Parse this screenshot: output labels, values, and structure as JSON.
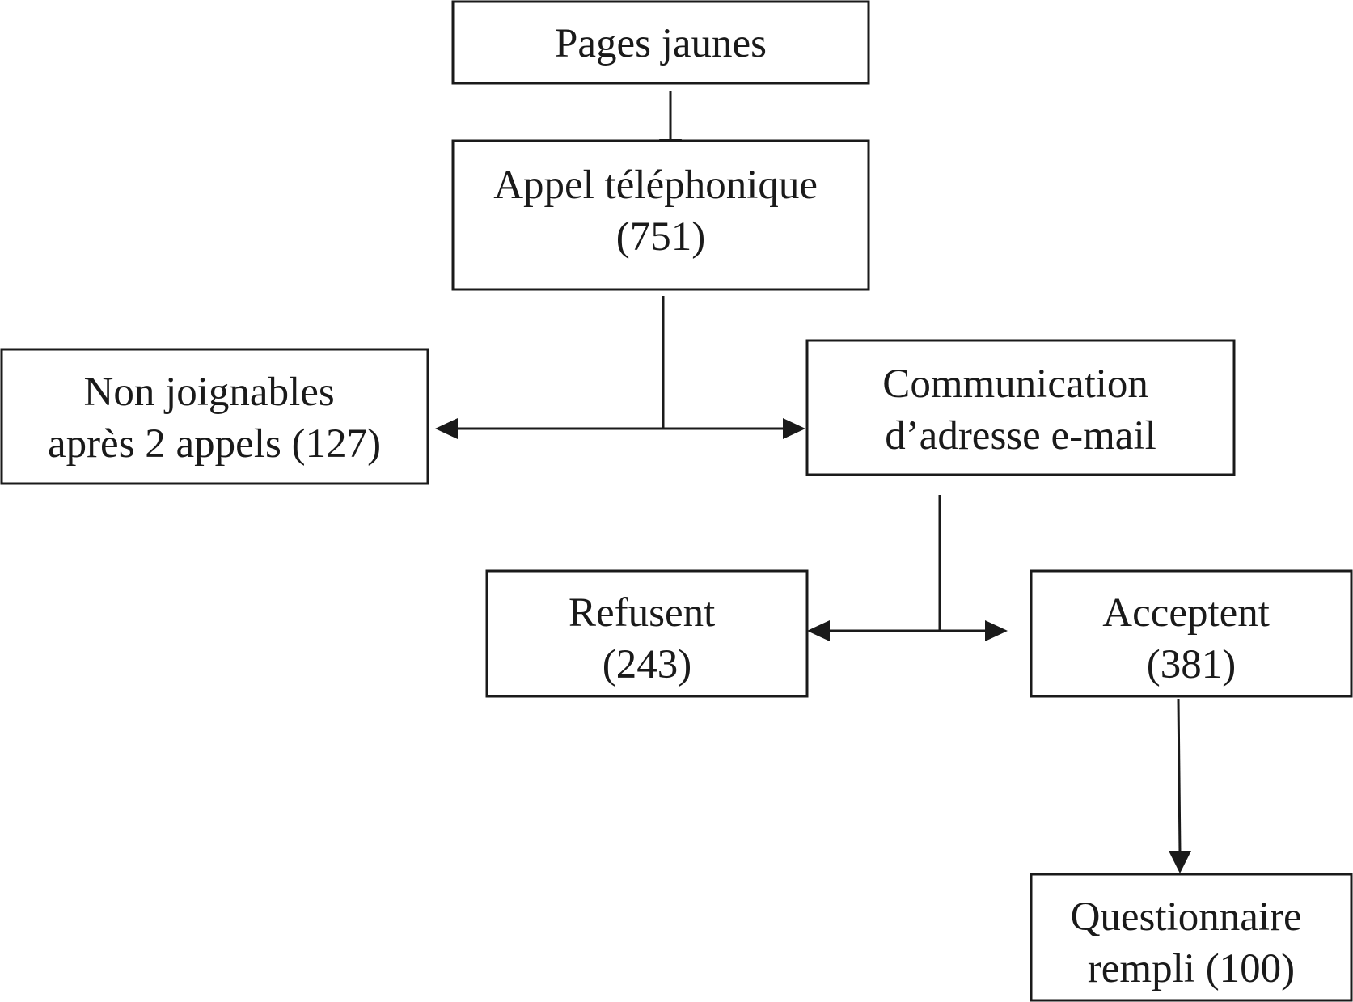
{
  "nodes": {
    "pages_jaunes": {
      "lines": [
        "Pages jaunes"
      ]
    },
    "appel_telephonique": {
      "lines": [
        "Appel téléphonique",
        "(751)"
      ]
    },
    "non_joignables": {
      "lines": [
        "Non joignables",
        "après 2 appels (127)"
      ]
    },
    "communication_email": {
      "lines": [
        "Communication",
        "d’adresse e-mail"
      ]
    },
    "refusent": {
      "lines": [
        "Refusent",
        "(243)"
      ]
    },
    "acceptent": {
      "lines": [
        "Acceptent",
        "(381)"
      ]
    },
    "questionnaire_rempli": {
      "lines": [
        "Questionnaire",
        "rempli (100)"
      ]
    }
  },
  "edges": [
    {
      "from": "pages_jaunes",
      "to": "appel_telephonique"
    },
    {
      "from": "appel_telephonique",
      "to": "non_joignables"
    },
    {
      "from": "appel_telephonique",
      "to": "communication_email"
    },
    {
      "from": "communication_email",
      "to": "refusent"
    },
    {
      "from": "communication_email",
      "to": "acceptent"
    },
    {
      "from": "acceptent",
      "to": "questionnaire_rempli"
    }
  ],
  "colors": {
    "line": "#1a1a1a",
    "background": "#ffffff"
  }
}
